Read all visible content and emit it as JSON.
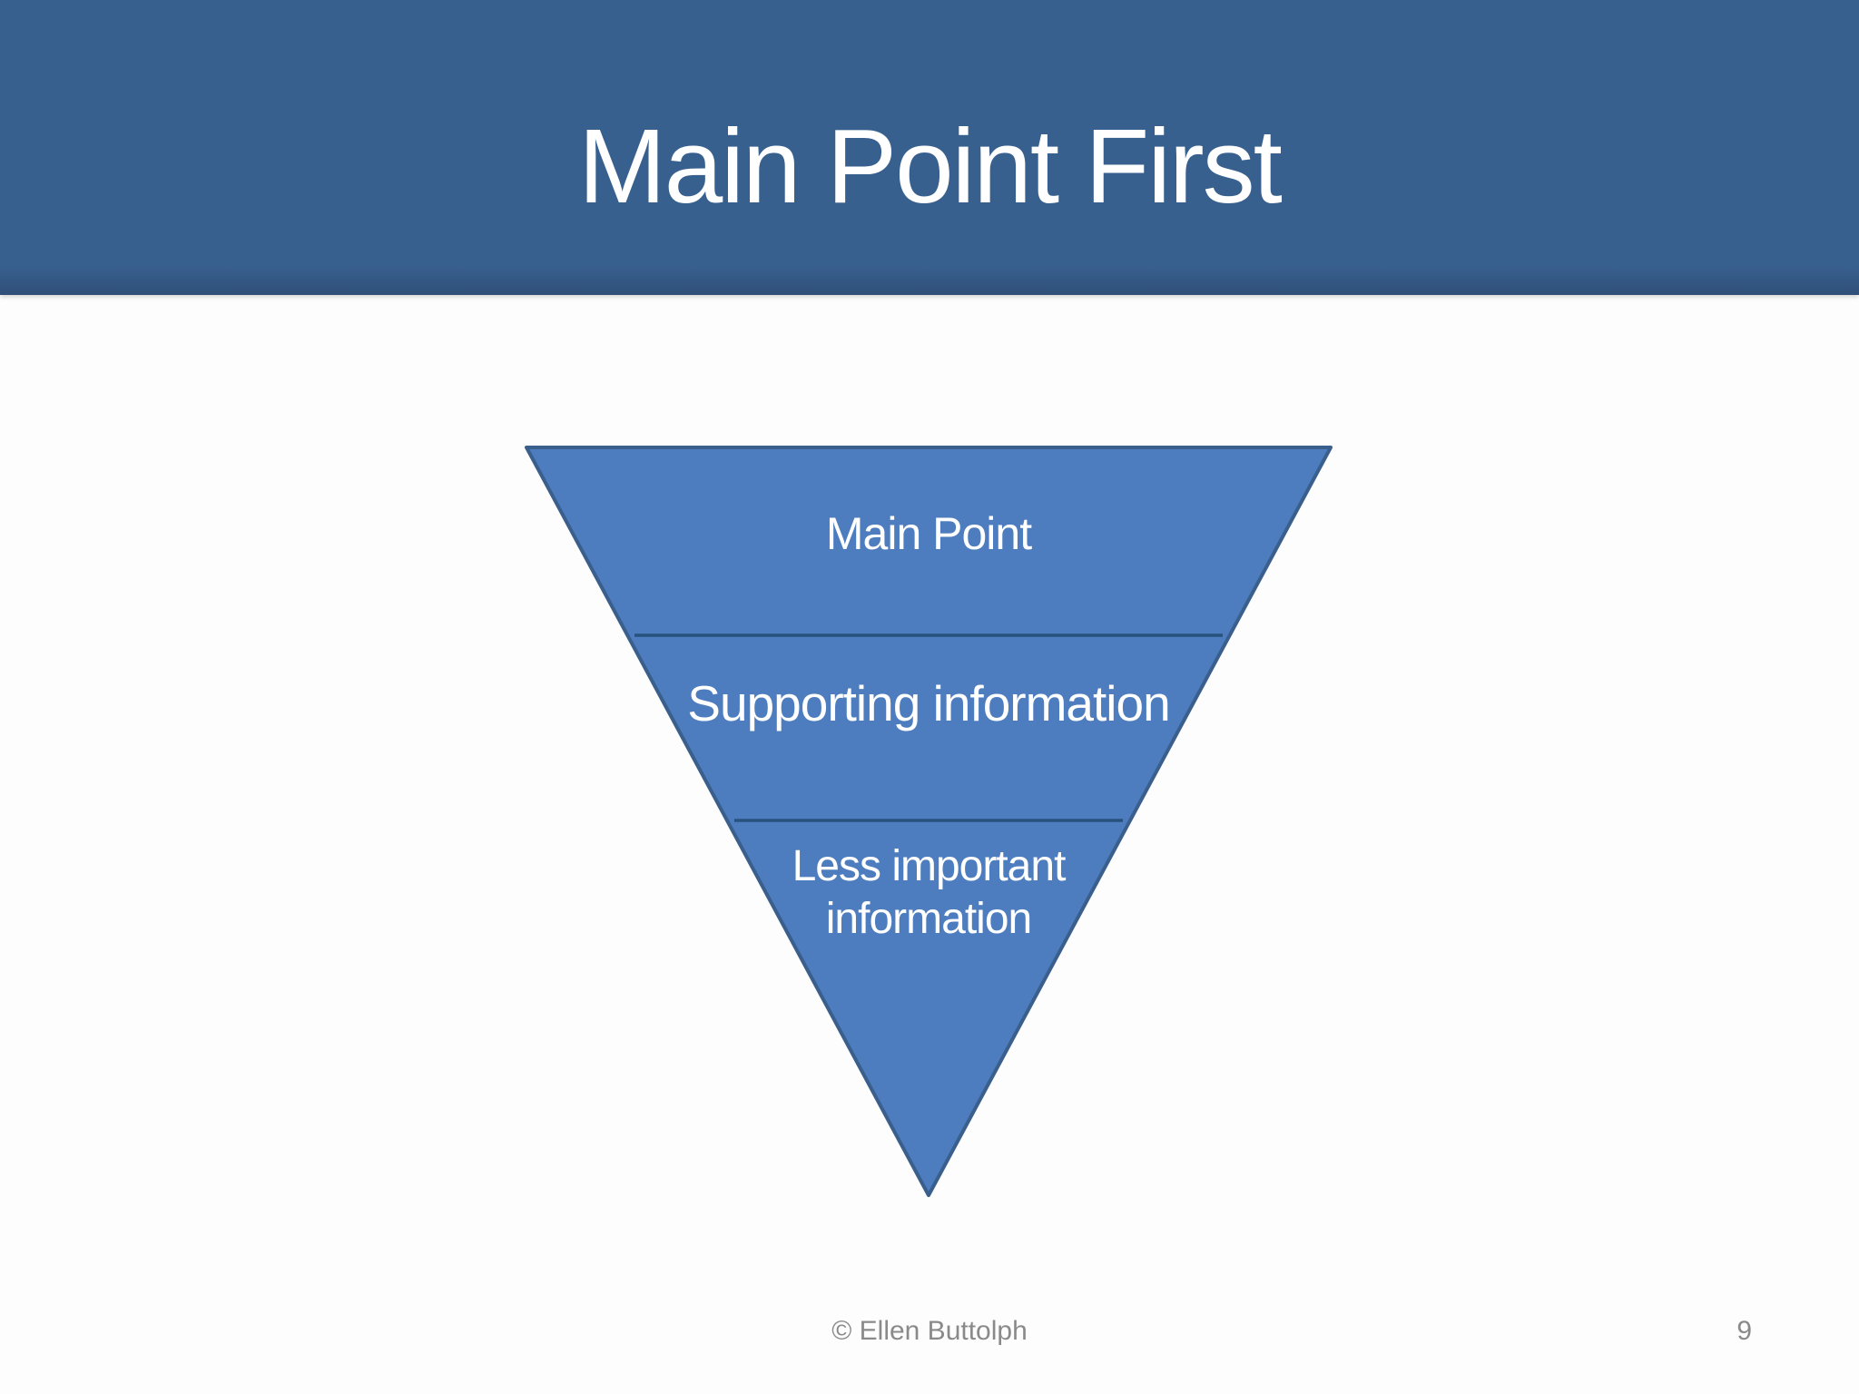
{
  "slide": {
    "title": "Main Point First",
    "pyramid": {
      "type": "inverted-pyramid",
      "levels": [
        {
          "label": "Main Point"
        },
        {
          "label": "Supporting information"
        },
        {
          "label": "Less important information"
        }
      ]
    },
    "footer": {
      "copyright": "© Ellen Buttolph",
      "page_number": "9"
    },
    "colors": {
      "header_bg": "#38608F",
      "header_edge": "#2F4F78",
      "title_text": "#FFFFFF",
      "pyramid_fill": "#4D7DBE",
      "pyramid_border": "#3A5F8C",
      "divider": "#27527E",
      "pyramid_text": "#FFFFFF",
      "footer_text": "#8A8A8A",
      "background": "#FDFDFD"
    }
  }
}
